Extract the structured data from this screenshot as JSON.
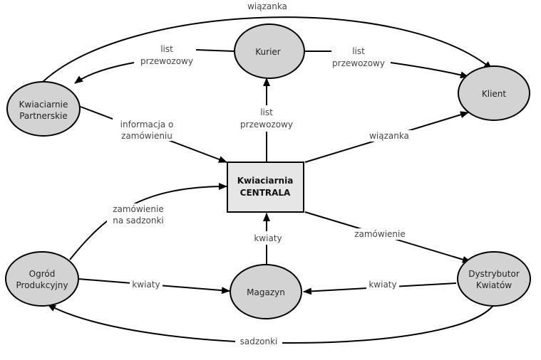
{
  "nodes": {
    "kurier": "Kurier",
    "klient": "Klient",
    "partnerskie": [
      "Kwiaciarnie",
      "Partnerskie"
    ],
    "centrala": [
      "Kwiaciarnia",
      "CENTRALA"
    ],
    "ogrod": [
      "Ogród",
      "Produkcyjny"
    ],
    "magazyn": "Magazyn",
    "dystrybutor": [
      "Dystrybutor",
      "Kwiatów"
    ]
  },
  "edges": {
    "partnerskie_klient": "wiązanka",
    "kurier_partnerskie": [
      "list",
      "przewozowy"
    ],
    "kurier_klient": [
      "list",
      "przewozowy"
    ],
    "centrala_kurier": [
      "list",
      "przewozowy"
    ],
    "partnerskie_centrala": [
      "informacja o",
      "zamówieniu"
    ],
    "centrala_klient": "wiązanka",
    "ogrod_centrala": [
      "zamówienie",
      "na sadzonki"
    ],
    "magazyn_centrala": "kwiaty",
    "centrala_dystrybutor": "zamówienie",
    "ogrod_magazyn": "kwiaty",
    "dystrybutor_magazyn": "kwiaty",
    "dystrybutor_ogrod": "sadzonki"
  }
}
